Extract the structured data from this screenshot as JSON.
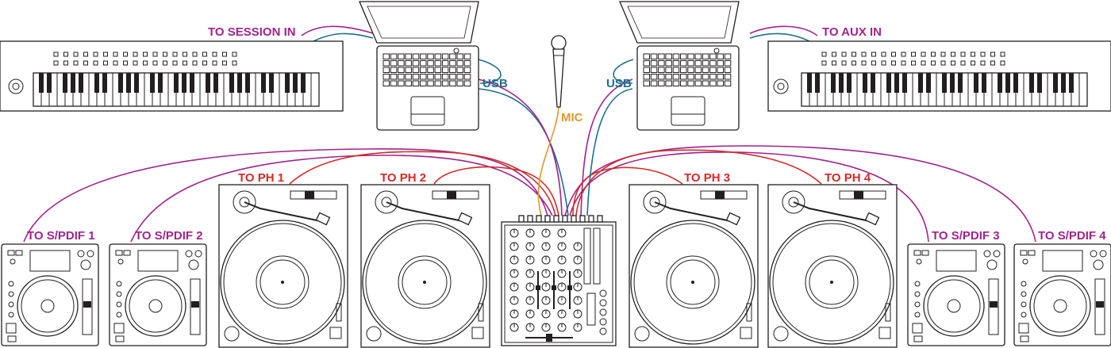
{
  "colors": {
    "spdif_cable": "#a0248c",
    "phono_cable": "#d42b27",
    "usb_cable": "#1f6e8c",
    "mic_cable": "#d99a2b",
    "outline": "#231f20"
  },
  "labels": {
    "session_in": "TO SESSION IN",
    "aux_in": "TO AUX IN",
    "usb_left": "USB",
    "usb_right": "USB",
    "mic": "MIC",
    "ph1": "TO PH 1",
    "ph2": "TO PH 2",
    "ph3": "TO PH 3",
    "ph4": "TO PH 4",
    "spdif1": "TO S/PDIF 1",
    "spdif2": "TO S/PDIF 2",
    "spdif3": "TO S/PDIF 3",
    "spdif4": "TO S/PDIF 4"
  },
  "devices": {
    "keyboard_left": "midi-keyboard",
    "keyboard_right": "midi-keyboard",
    "laptop_left": "laptop",
    "laptop_right": "laptop",
    "microphone": "microphone",
    "mixer": "dj-mixer",
    "turntables": [
      "turntable-1",
      "turntable-2",
      "turntable-3",
      "turntable-4"
    ],
    "cd_players": [
      "cd-player-1",
      "cd-player-2",
      "cd-player-3",
      "cd-player-4"
    ]
  }
}
